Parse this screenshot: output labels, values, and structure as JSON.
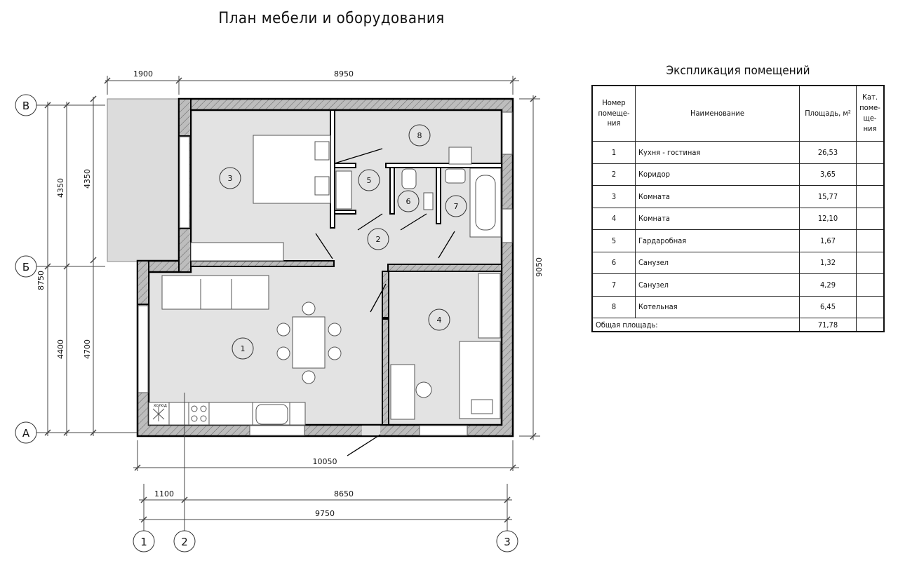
{
  "title": "План мебели и оборудования",
  "plan": {
    "dimensions": {
      "top_balcony": "1900",
      "top_main": "8950",
      "left_total": "8750",
      "left_upper_1": "4350",
      "left_upper_2": "4350",
      "left_lower_1": "4400",
      "left_lower_2": "4700",
      "right_total": "9050",
      "bottom_total": "10050",
      "bottom_seg_1": "1100",
      "bottom_seg_2": "8650",
      "bottom_axes": "9750"
    },
    "axes": {
      "rows": [
        "В",
        "Б",
        "А"
      ],
      "cols": [
        "1",
        "2",
        "3"
      ]
    },
    "room_tags": [
      "1",
      "2",
      "3",
      "4",
      "5",
      "6",
      "7",
      "8"
    ],
    "fridge_label": "холод"
  },
  "explication": {
    "title": "Экспликация помещений",
    "headers": [
      "Номер помеще- ния",
      "Наименование",
      "Площадь, м²",
      "Кат. поме- ще- ния"
    ],
    "rows": [
      {
        "num": "1",
        "name": "Кухня - гостиная",
        "area": "26,53",
        "cat": ""
      },
      {
        "num": "2",
        "name": "Коридор",
        "area": "3,65",
        "cat": ""
      },
      {
        "num": "3",
        "name": "Комната",
        "area": "15,77",
        "cat": ""
      },
      {
        "num": "4",
        "name": "Комната",
        "area": "12,10",
        "cat": ""
      },
      {
        "num": "5",
        "name": "Гардаробная",
        "area": "1,67",
        "cat": ""
      },
      {
        "num": "6",
        "name": "Санузел",
        "area": "1,32",
        "cat": ""
      },
      {
        "num": "7",
        "name": "Санузел",
        "area": "4,29",
        "cat": ""
      },
      {
        "num": "8",
        "name": "Котельная",
        "area": "6,45",
        "cat": ""
      }
    ],
    "total_label": "Общая площадь:",
    "total_area": "71,78"
  }
}
